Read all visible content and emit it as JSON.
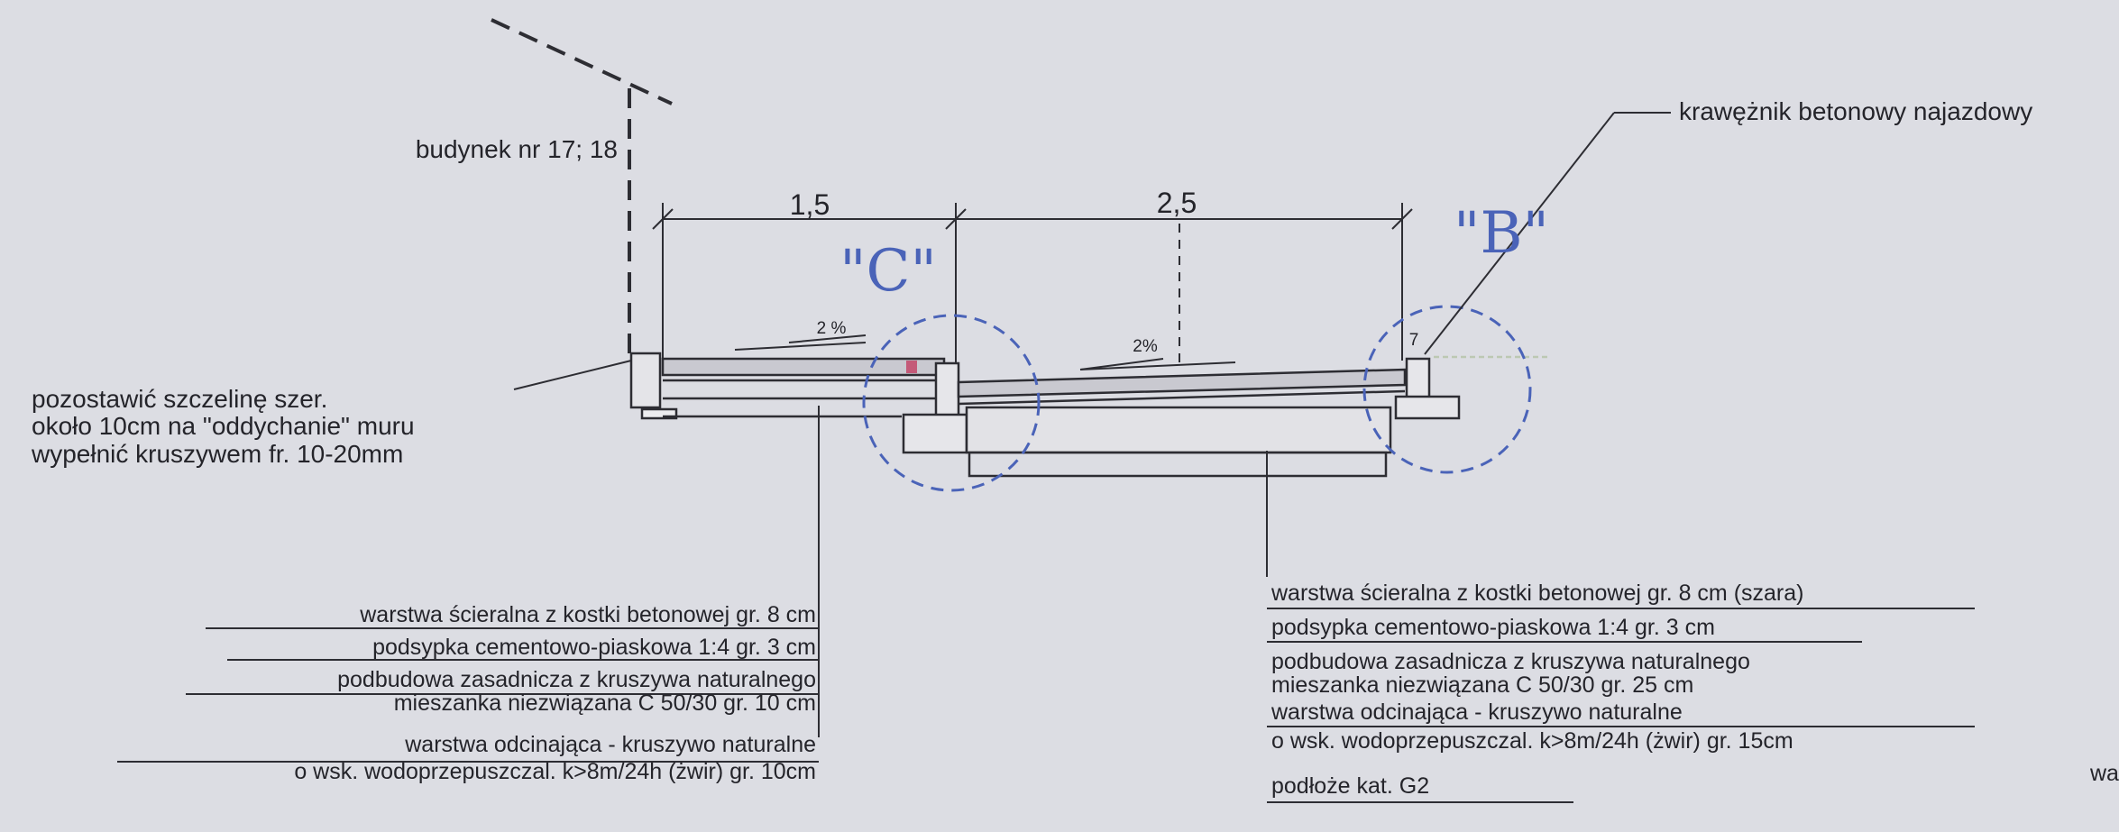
{
  "building_label": "budynek nr 17; 18",
  "curb_label": "krawężnik betonowy najazdowy",
  "dimensions": {
    "left": "1,5",
    "right": "2,5"
  },
  "detail_marks": {
    "c": "\"C\"",
    "b": "\"B\""
  },
  "slopes": {
    "left": "2 %",
    "right": "2%"
  },
  "curb_number": "7",
  "gap_note": [
    "pozostawić szczelinę szer.",
    "około 10cm na \"oddychanie\" muru",
    "wypełnić kruszywem fr. 10-20mm"
  ],
  "left_layers": [
    "warstwa ścieralna z kostki betonowej gr. 8 cm",
    "podsypka cementowo-piaskowa 1:4 gr. 3 cm",
    "podbudowa zasadnicza z kruszywa naturalnego",
    "mieszanka niezwiązana C 50/30 gr. 10 cm",
    "warstwa  odcinająca - kruszywo naturalne",
    "o wsk. wodoprzepuszczal. k>8m/24h  (żwir) gr. 10cm"
  ],
  "right_layers": [
    "warstwa ścieralna z kostki betonowej gr. 8 cm (szara)",
    "podsypka cementowo-piaskowa 1:4 gr. 3 cm",
    "podbudowa zasadnicza z kruszywa naturalnego",
    "mieszanka niezwiązana C 50/30 gr. 25 cm",
    "warstwa  odcinająca - kruszywo naturalne",
    "o wsk. wodoprzepuszczal. k>8m/24h  (żwir) gr. 15cm",
    "podłoże kat. G2"
  ],
  "edge_fragment": "wa",
  "colors": {
    "ink": "#26262c",
    "detail_blue": "#4a63b8",
    "background": "#dcdde3"
  }
}
